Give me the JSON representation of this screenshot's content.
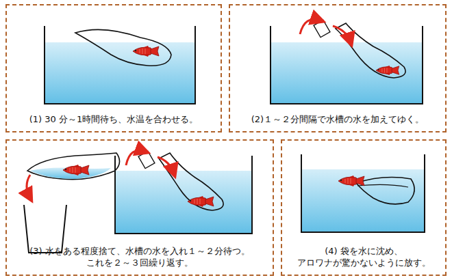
{
  "diagram": {
    "nodes": [
      {
        "text": [
          "(1) 30 分～1時間待ち、水温を合わせる。"
        ]
      },
      {
        "text": [
          "(2)１～２分間隔で水槽の水を加えてゆく。"
        ]
      },
      {
        "text": [
          "(3) 水をある程度捨て、水槽の水を入れ１～２分待つ。 これを２～３回繰り返す。"
        ]
      },
      {
        "text": [
          "(4) 袋を水に沈め、 アロワナが驚かないように放す。"
        ]
      }
    ]
  }
}
